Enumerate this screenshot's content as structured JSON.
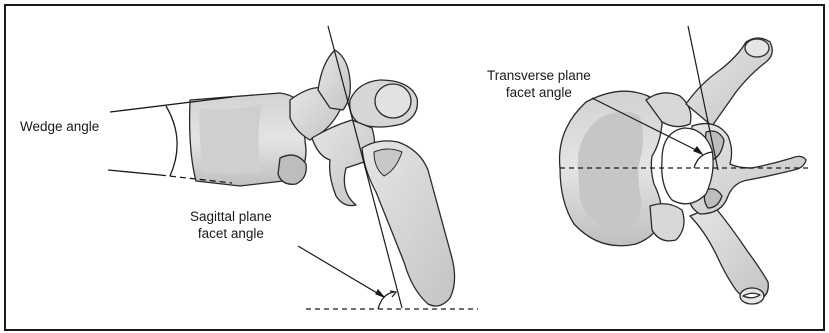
{
  "labels": {
    "wedge_angle": "Wedge angle",
    "sagittal_line1": "Sagittal plane",
    "sagittal_line2": "facet angle",
    "transverse_line1": "Transverse plane",
    "transverse_line2": "facet angle"
  },
  "colors": {
    "bone_fill": "#d9d9d9",
    "bone_shade": "#bdbdbd",
    "bone_light": "#efefef",
    "outline": "#2a2a2a",
    "line": "#1a1a1a",
    "background": "#ffffff"
  }
}
